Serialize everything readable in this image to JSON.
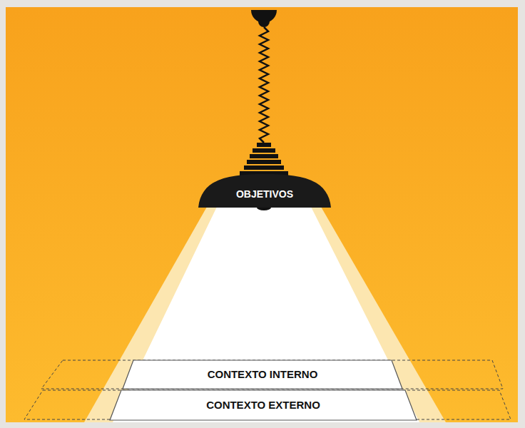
{
  "diagram": {
    "nodes": [
      {
        "text": [
          "OBJETIVOS"
        ]
      },
      {
        "text": [
          "CONTEXTO INTERNO"
        ]
      },
      {
        "text": [
          "CONTEXTO EXTERNO"
        ]
      }
    ]
  }
}
